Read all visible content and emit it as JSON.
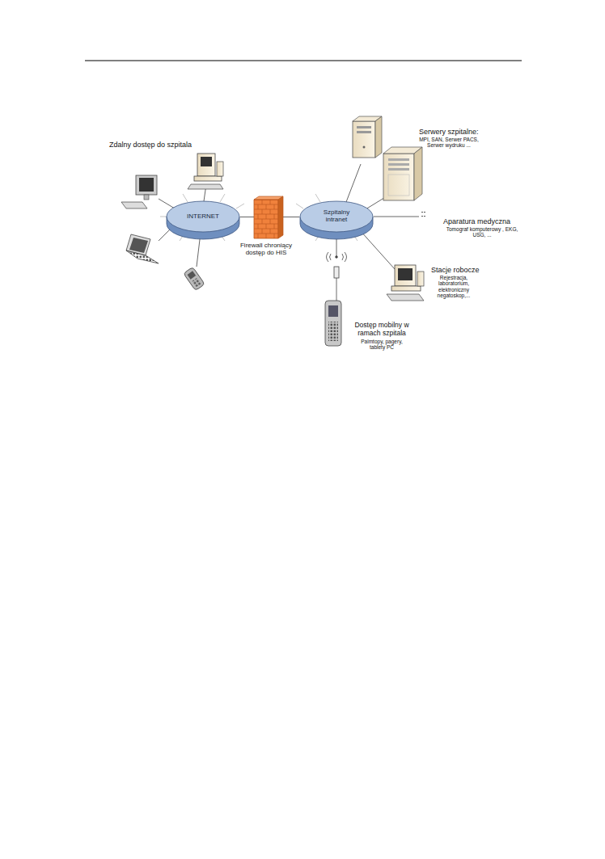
{
  "diagram": {
    "nodes": [
      {
        "text": [
          "INTERNET"
        ]
      },
      {
        "text": [
          "Firewall chroniący dostęp do HIS"
        ]
      },
      {
        "text": [
          "Szpitalny intranet"
        ]
      }
    ],
    "edges": [
      {
        "from": 0,
        "to": 1,
        "arrow": "none"
      },
      {
        "from": 1,
        "to": 2,
        "arrow": "none"
      }
    ],
    "labels": [
      "Zdalny dostęp do szpitala",
      "Serwery szpitalne:",
      "MPI, SAN, Serwer PACS, Serwer wydruku ...",
      "Aparatura medyczna",
      "Tomograf komputerowy , EKG, USG, ...",
      "Stacje robocze",
      "Rejestracja, laboratorium, elektroniczny negatoskop,...",
      "Dostęp mobilny w ramach szpitala",
      "Palmtopy, pagery, tablety PC"
    ]
  }
}
